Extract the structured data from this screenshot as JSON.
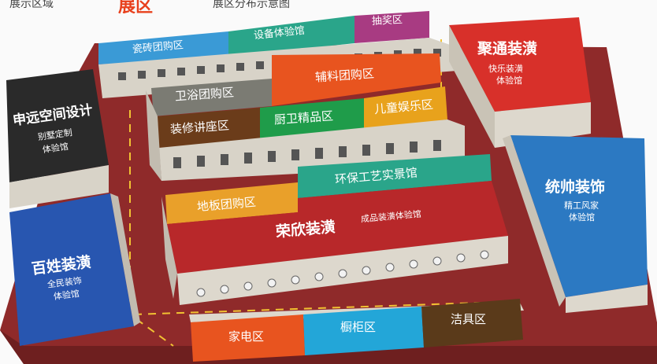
{
  "header": {
    "left_text": "展示区域",
    "red_text": "展区",
    "right_text": "展区分布示意图"
  },
  "zones": {
    "ceramic": "瓷砖团购区",
    "equipment": "设备体验馆",
    "lottery": "抽奖区",
    "jutong_title": "聚通装潢",
    "jutong_sub1": "快乐装潢",
    "jutong_sub2": "体验馆",
    "shenyuan_title": "申远空间设计",
    "shenyuan_sub1": "别墅定制",
    "shenyuan_sub2": "体验馆",
    "bathroom": "卫浴团购区",
    "accessory": "辅料团购区",
    "lecture": "装修讲座区",
    "kitchen": "厨卫精品区",
    "kids": "儿童娱乐区",
    "tongshuai_title": "统帅装饰",
    "tongshuai_sub1": "精工风家",
    "tongshuai_sub2": "体验馆",
    "floor": "地板团购区",
    "eco": "环保工艺实景馆",
    "rongxin_title": "荣欣装潢",
    "rongxin_sub": "成品装潢体验馆",
    "baixing_title": "百姓装潢",
    "baixing_sub1": "全民装饰",
    "baixing_sub2": "体验馆",
    "appliance": "家电区",
    "cabinet": "橱柜区",
    "sanitary": "洁具区"
  },
  "colors": {
    "floor": "#8f2a2a",
    "ceramic": "#3a9ad6",
    "equipment": "#2aa58a",
    "lottery": "#a83b82",
    "jutong": "#d8302a",
    "shenyuan": "#2a2a2a",
    "bathroom": "#7b7b73",
    "accessory": "#e8541f",
    "lecture": "#6b3c1a",
    "kitchen": "#1f9c4a",
    "kids": "#e8a21c",
    "tongshuai": "#2c79c2",
    "floorzone": "#e9a02a",
    "eco": "#2aa58a",
    "rongxin": "#b8282a",
    "baixing": "#2856b0",
    "appliance": "#e8541f",
    "cabinet": "#23a6d8",
    "sanitary": "#5a3a1a"
  }
}
